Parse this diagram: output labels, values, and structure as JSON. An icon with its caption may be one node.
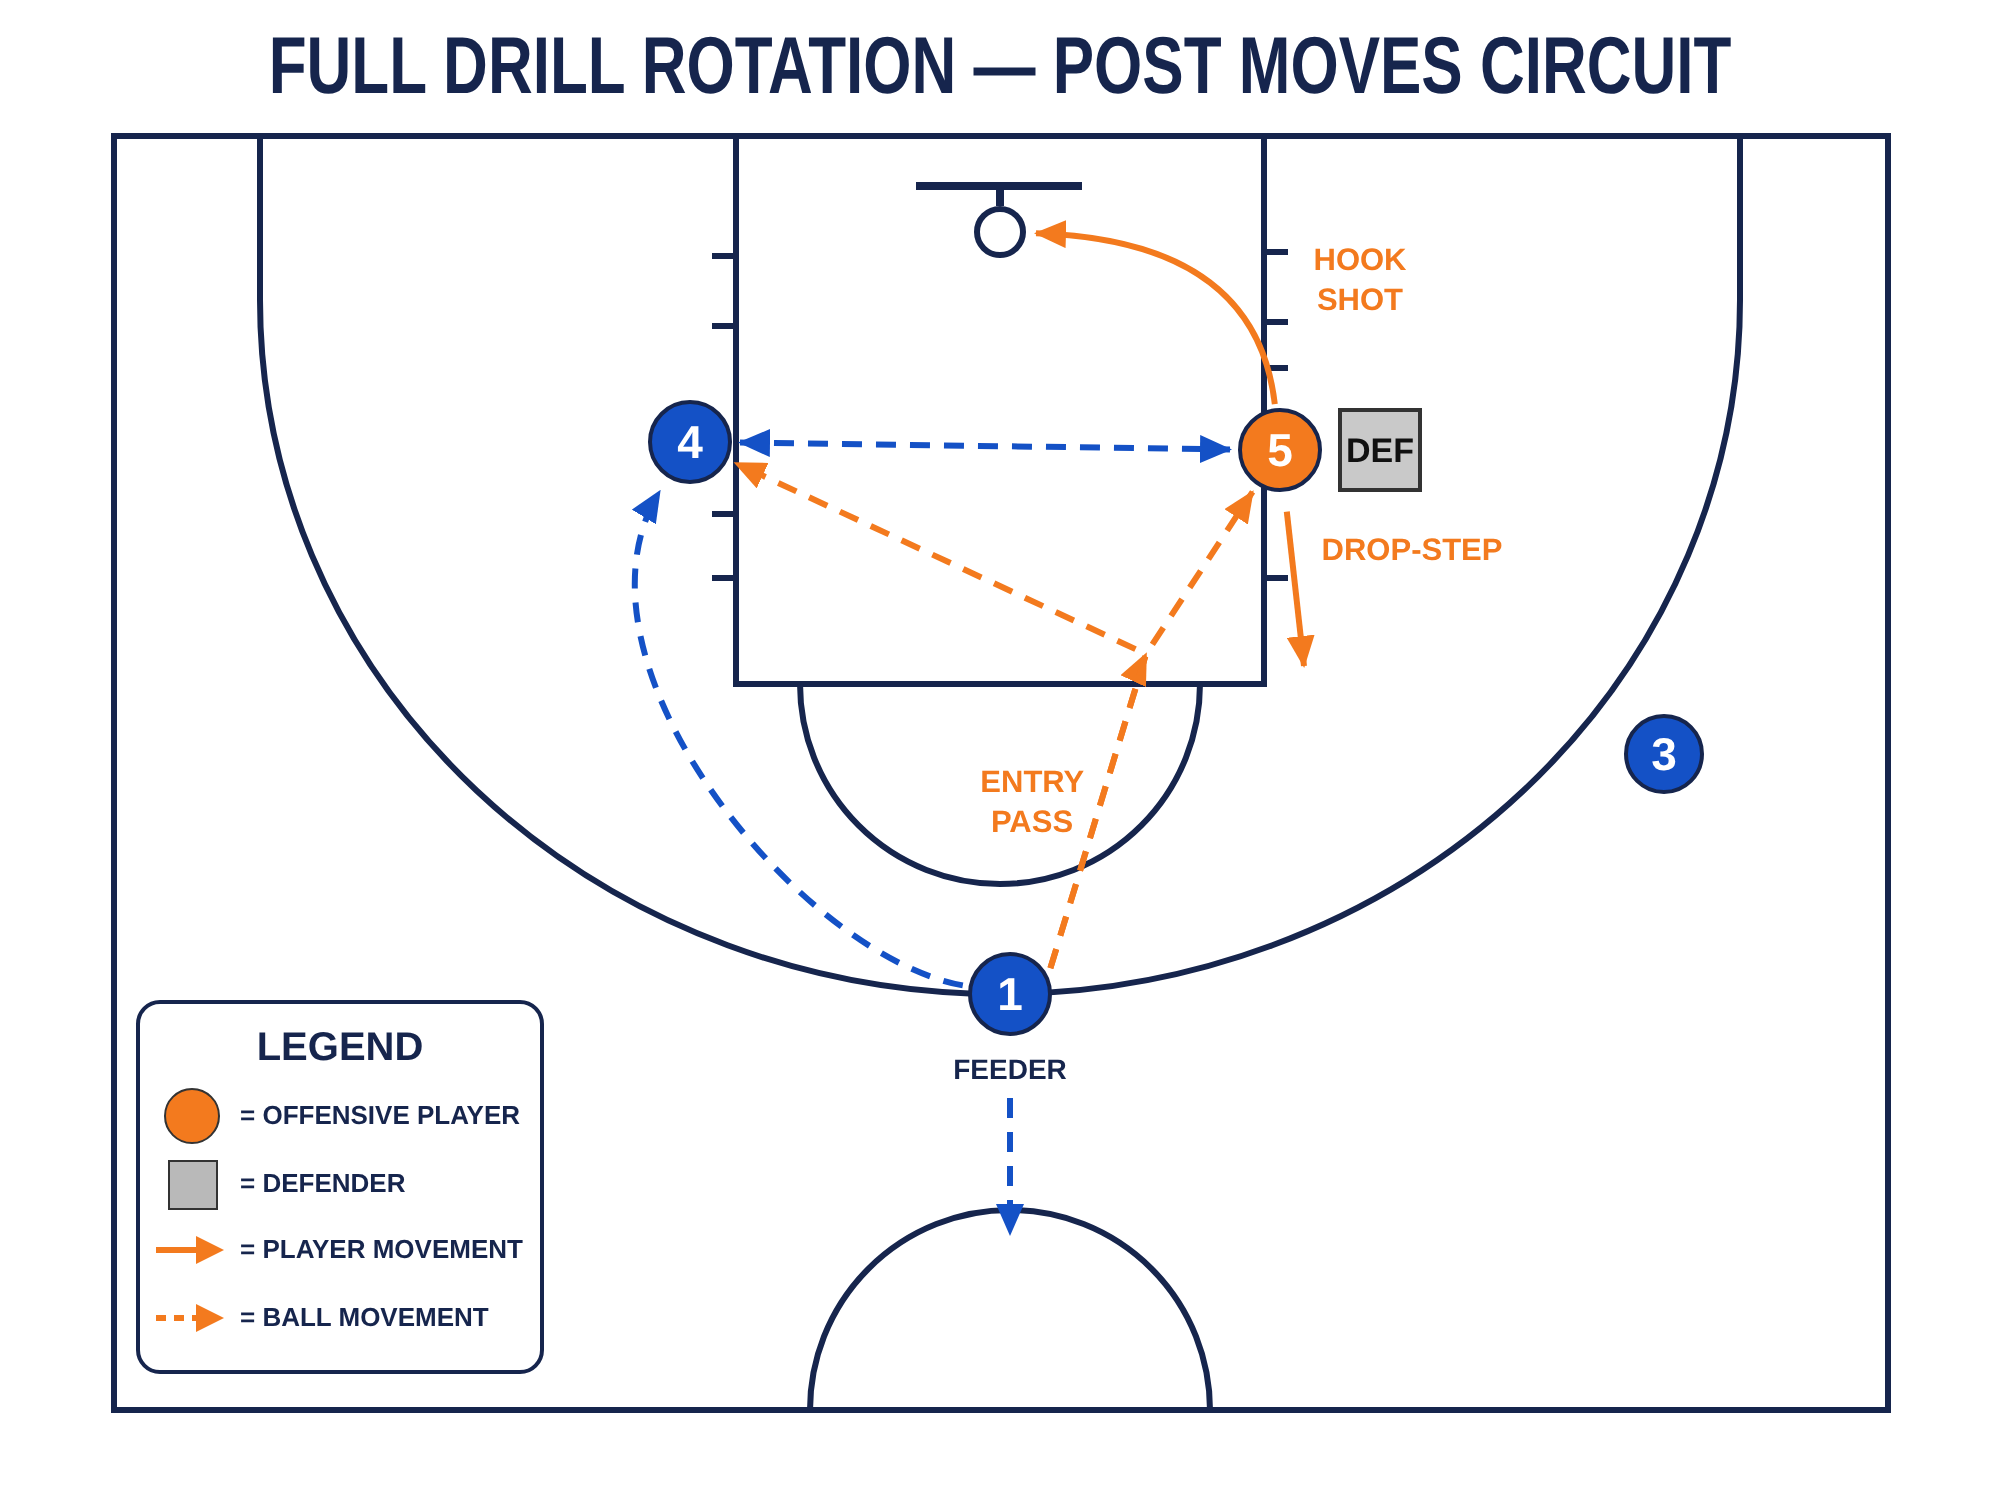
{
  "diagram": {
    "title": "FULL DRILL ROTATION — POST MOVES CIRCUIT",
    "nodes": [
      {
        "text": [],
        "shape": "circle"
      },
      {
        "text": [
          "4"
        ]
      },
      {
        "text": [
          "5"
        ]
      },
      {
        "text": [
          "DEF"
        ]
      },
      {
        "text": [
          "3"
        ]
      },
      {
        "text": [
          "1"
        ],
        "beside": [
          "FEEDER"
        ]
      }
    ],
    "edges": [
      {
        "from": 2,
        "to": 0,
        "arrow": "to",
        "label": "HOOK SHOT"
      },
      {
        "from": 2,
        "to": null,
        "arrow": "to",
        "label": "DROP-STEP"
      },
      {
        "from": 1,
        "to": 2,
        "arrow": "both",
        "style": "dashed",
        "color": "#1451c6"
      },
      {
        "from": 5,
        "to": 2,
        "arrow": "to",
        "style": "dashed",
        "label": "ENTRY PASS"
      },
      {
        "from": 5,
        "to": 1,
        "arrow": "to",
        "style": "dashed"
      },
      {
        "from": 5,
        "to": 1,
        "arrow": "to",
        "style": "dashed",
        "color": "#1451c6"
      },
      {
        "from": 5,
        "to": null,
        "arrow": "to",
        "style": "dashed",
        "color": "#1451c6"
      }
    ],
    "labels": [
      "LEGEND"
    ],
    "legend": [
      {
        "text": "= OFFENSIVE PLAYER",
        "color": "#f37a1e"
      },
      {
        "text": "= DEFENDER",
        "color": "#b9b9b9"
      },
      {
        "text": "= PLAYER MOVEMENT"
      },
      {
        "text": "= BALL MOVEMENT"
      }
    ]
  }
}
